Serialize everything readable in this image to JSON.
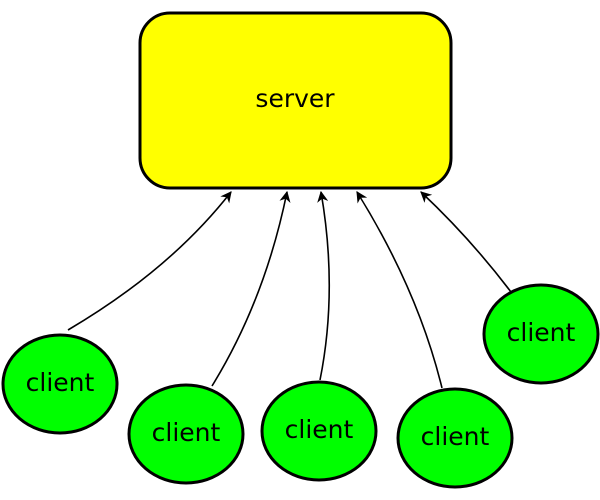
{
  "server": {
    "label": "server",
    "color": "#ffff00"
  },
  "clients": [
    {
      "label": "client",
      "color": "#00ff00"
    },
    {
      "label": "client",
      "color": "#00ff00"
    },
    {
      "label": "client",
      "color": "#00ff00"
    },
    {
      "label": "client",
      "color": "#00ff00"
    },
    {
      "label": "client",
      "color": "#00ff00"
    }
  ],
  "colors": {
    "stroke": "#000000",
    "background": "#ffffff"
  }
}
